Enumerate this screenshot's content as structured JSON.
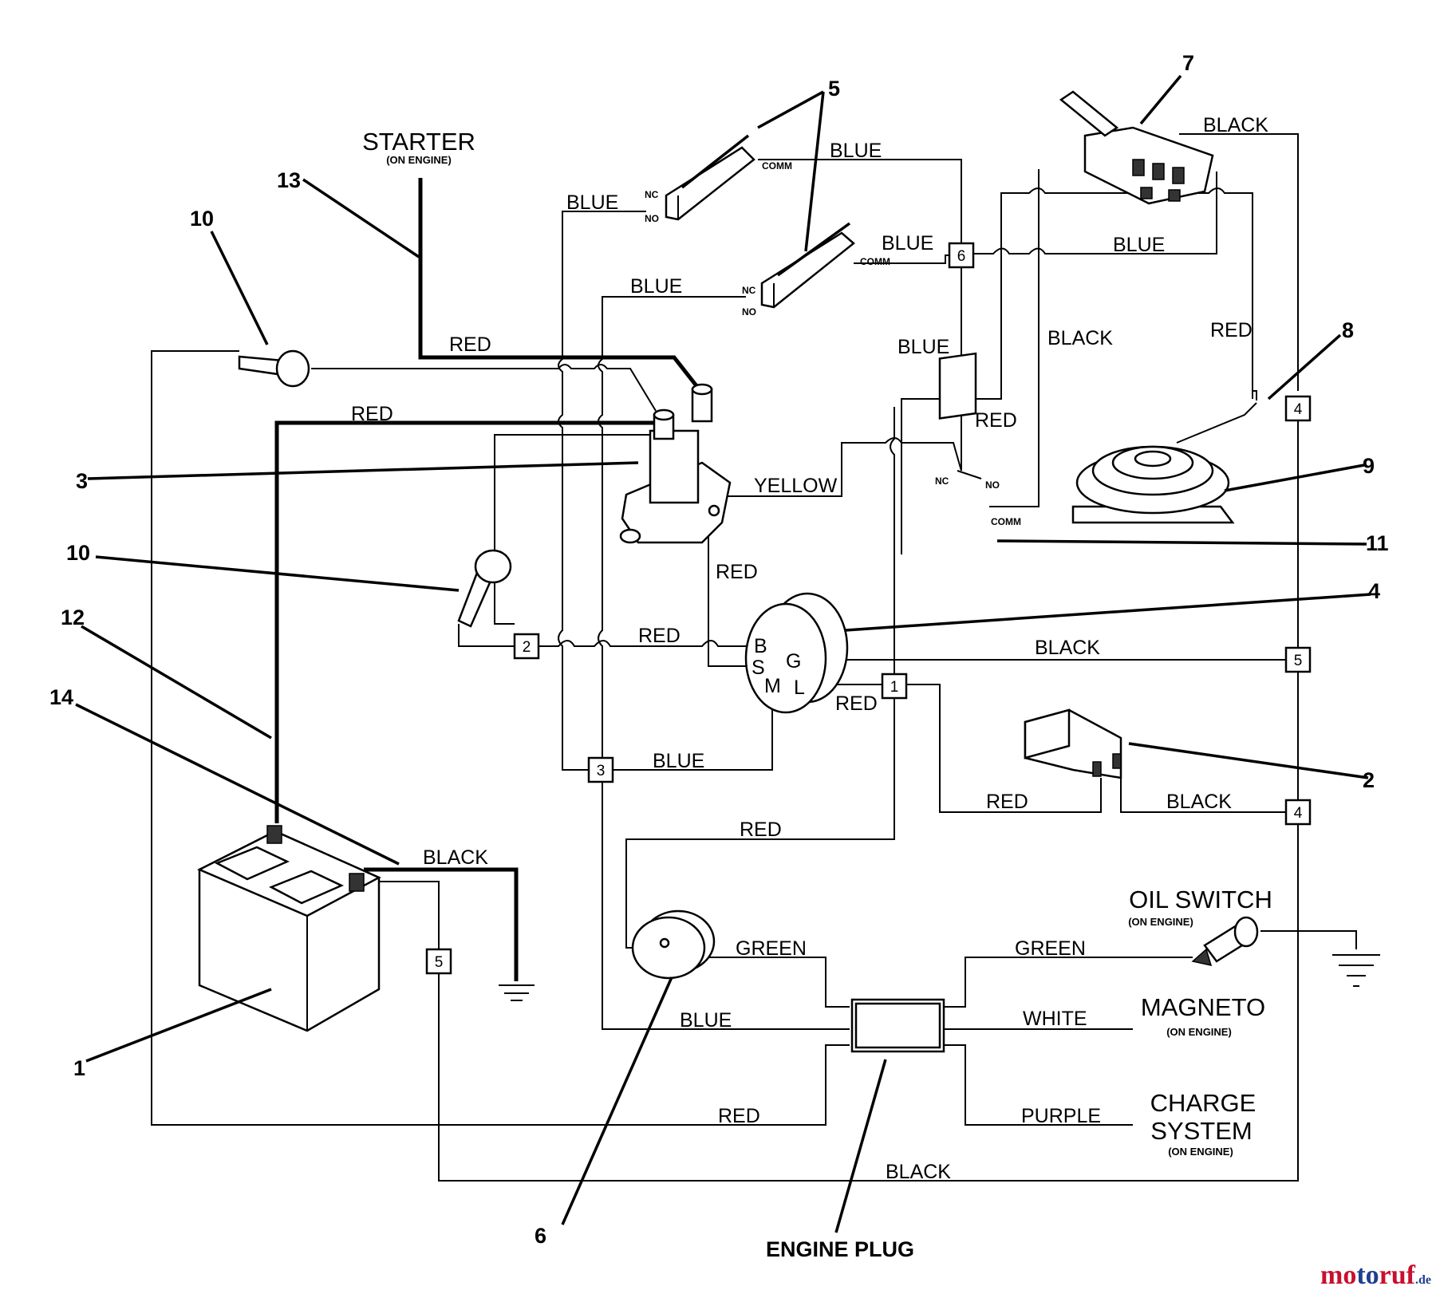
{
  "wire_labels": {
    "blue_top": "BLUE",
    "blue_sw_left": "BLUE",
    "blue_sw2": "BLUE",
    "blue_sw2_left": "BLUE",
    "blue_right": "BLUE",
    "blue_vert": "BLUE",
    "black_top": "BLACK",
    "black_mid": "BLACK",
    "red_right": "RED",
    "red_starter": "RED",
    "red_battery": "RED",
    "red_mid": "RED",
    "yellow": "YELLOW",
    "red_sol": "RED",
    "red_key": "RED",
    "black_key": "BLACK",
    "red_l": "RED",
    "blue_bottom": "BLUE",
    "red_hour": "RED",
    "black_hour": "BLACK",
    "red_lower": "RED",
    "black_battery": "BLACK",
    "green_left": "GREEN",
    "green_right": "GREEN",
    "blue_plug": "BLUE",
    "white": "WHITE",
    "red_bottom": "RED",
    "purple": "PURPLE",
    "black_bottom": "BLACK"
  },
  "components": {
    "starter": "STARTER",
    "starter_sub": "(ON ENGINE)",
    "oil_switch": "OIL  SWITCH",
    "oil_switch_sub": "(ON ENGINE)",
    "magneto": "MAGNETO",
    "magneto_sub": "(ON ENGINE)",
    "charge": "CHARGE",
    "system": "SYSTEM",
    "charge_sub": "(ON ENGINE)",
    "engine_plug": "ENGINE PLUG"
  },
  "terminals": {
    "nc": "NC",
    "no": "NO",
    "comm": "COMM",
    "key_b": "B",
    "key_s": "S",
    "key_g": "G",
    "key_m": "M",
    "key_l": "L"
  },
  "callouts": {
    "c1": "1",
    "c2": "2",
    "c3": "3",
    "c4": "4",
    "c5": "5",
    "c6": "6",
    "c7": "7",
    "c8": "8",
    "c9": "9",
    "c10a": "10",
    "c10b": "10",
    "c11": "11",
    "c12": "12",
    "c13": "13",
    "c14": "14"
  },
  "connectors": {
    "n6": "6",
    "n4_top": "4",
    "n2": "2",
    "n5_right": "5",
    "n1": "1",
    "n3": "3",
    "n4_bottom": "4",
    "n5_battery": "5"
  },
  "watermark": {
    "mo": "mo",
    "to": "to",
    "ruf": "ruf",
    "tld": ".de"
  },
  "colors": {
    "wm_red": "#c8102e",
    "wm_blue": "#1f3f8f"
  }
}
